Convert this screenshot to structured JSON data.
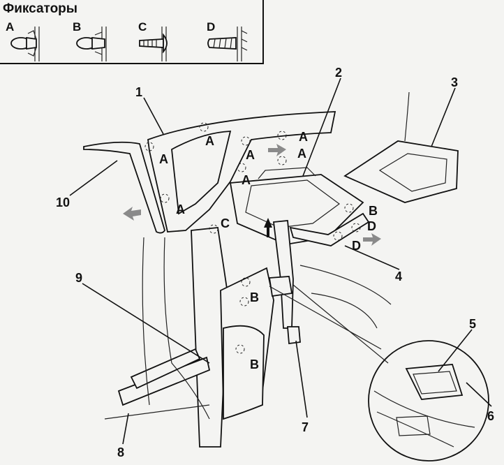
{
  "legend": {
    "title": "Фиксаторы",
    "types": [
      {
        "letter": "A"
      },
      {
        "letter": "B"
      },
      {
        "letter": "C"
      },
      {
        "letter": "D"
      }
    ]
  },
  "callouts": [
    "1",
    "2",
    "3",
    "4",
    "5",
    "6",
    "7",
    "8",
    "9",
    "10"
  ],
  "clip_marks": [
    "A",
    "A",
    "A",
    "A",
    "A",
    "A",
    "A",
    "B",
    "D",
    "D",
    "B",
    "B",
    "C"
  ],
  "colors": {
    "ink": "#111111",
    "paper": "#f4f4f2",
    "arrow": "#8a8a8a"
  }
}
